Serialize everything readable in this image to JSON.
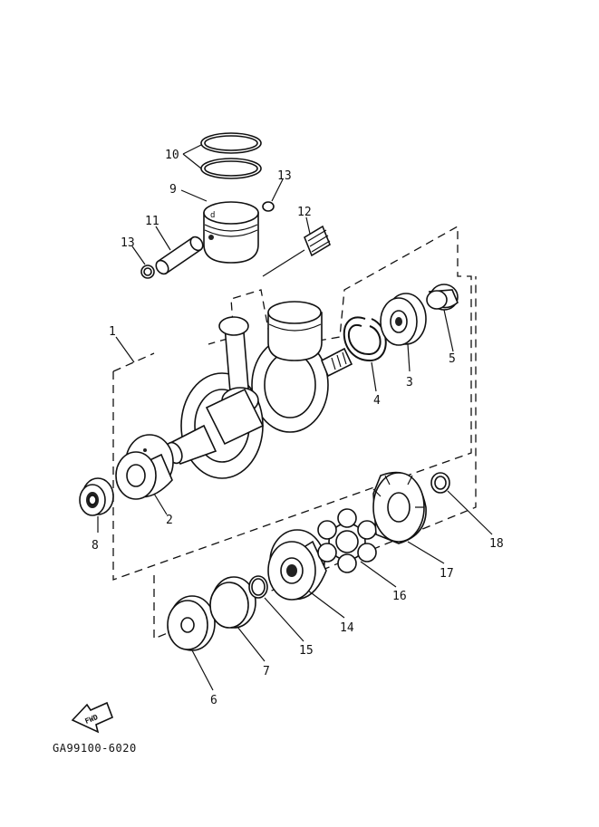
{
  "diagram": {
    "callouts": [
      {
        "id": "c1",
        "label": "1"
      },
      {
        "id": "c2",
        "label": "2"
      },
      {
        "id": "c3",
        "label": "3"
      },
      {
        "id": "c4",
        "label": "4"
      },
      {
        "id": "c5",
        "label": "5"
      },
      {
        "id": "c6",
        "label": "6"
      },
      {
        "id": "c7",
        "label": "7"
      },
      {
        "id": "c8",
        "label": "8"
      },
      {
        "id": "c9",
        "label": "9"
      },
      {
        "id": "c10",
        "label": "10"
      },
      {
        "id": "c11",
        "label": "11"
      },
      {
        "id": "c12",
        "label": "12"
      },
      {
        "id": "c13a",
        "label": "13"
      },
      {
        "id": "c13b",
        "label": "13"
      },
      {
        "id": "c14",
        "label": "14"
      },
      {
        "id": "c15",
        "label": "15"
      },
      {
        "id": "c16",
        "label": "16"
      },
      {
        "id": "c17",
        "label": "17"
      },
      {
        "id": "c18",
        "label": "18"
      }
    ],
    "fwd_label": "FWD",
    "drawing_code": "GA99100-6020"
  }
}
